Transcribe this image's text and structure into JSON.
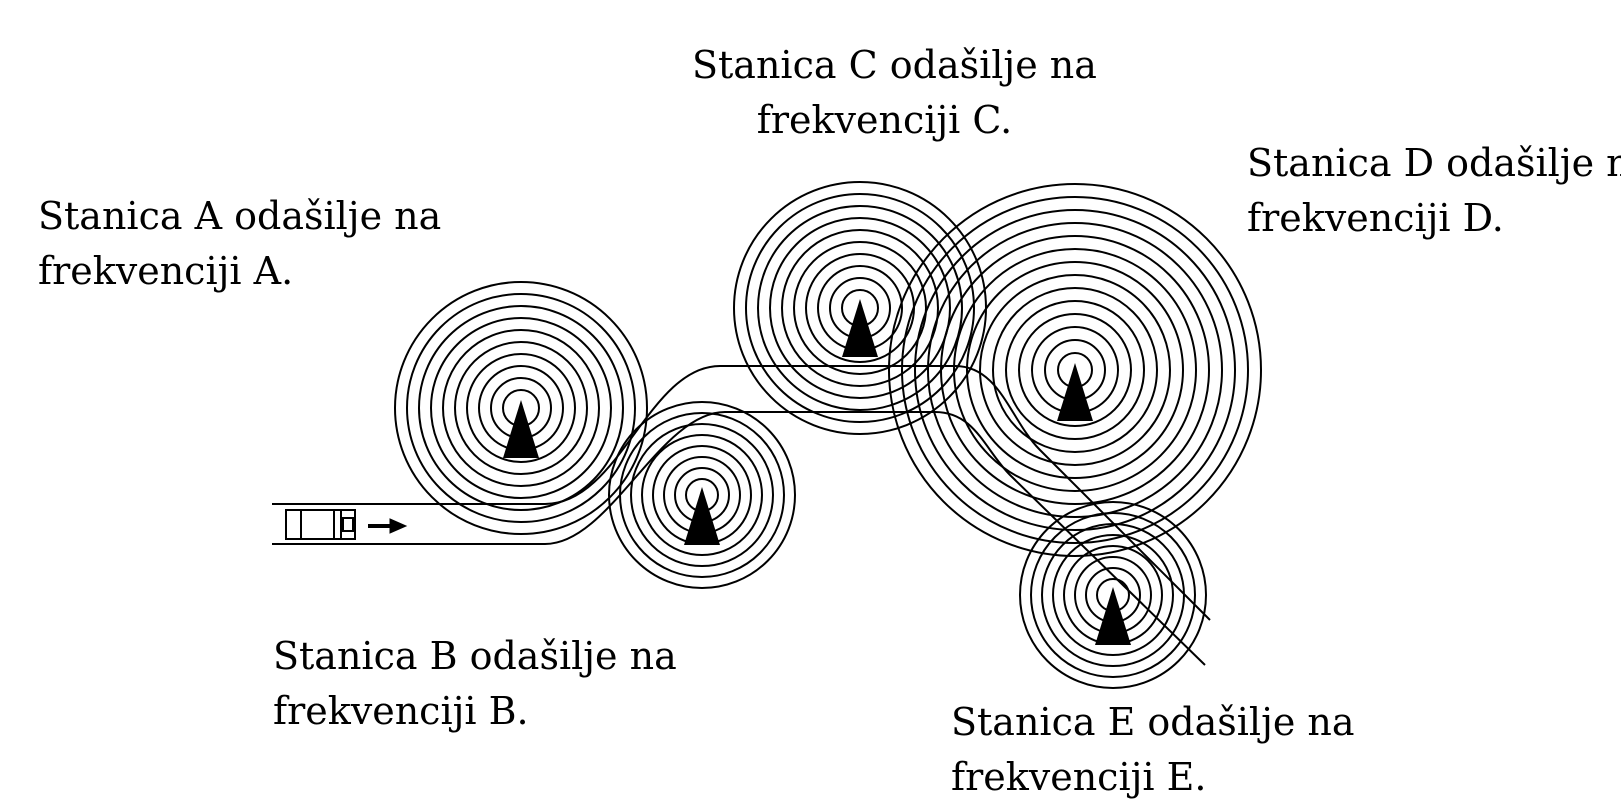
{
  "stations": [
    {
      "id": "A",
      "line1": "Stanica A odašilje na",
      "line2": "frekvenciji A."
    },
    {
      "id": "B",
      "line1": "Stanica B odašilje na",
      "line2": "frekvenciji B."
    },
    {
      "id": "C",
      "line1": "Stanica C odašilje na",
      "line2": "frekvenciji C."
    },
    {
      "id": "D",
      "line1": "Stanica D odašilje na",
      "line2": "frekvenciji D."
    },
    {
      "id": "E",
      "line1": "Stanica E odašilje na",
      "line2": "frekvenciji E."
    }
  ],
  "colors": {
    "ink": "#000000",
    "background": "#ffffff"
  },
  "icons": {
    "station": "transmitter-tower-icon",
    "vehicle": "car-icon",
    "direction": "arrow-right-icon"
  }
}
